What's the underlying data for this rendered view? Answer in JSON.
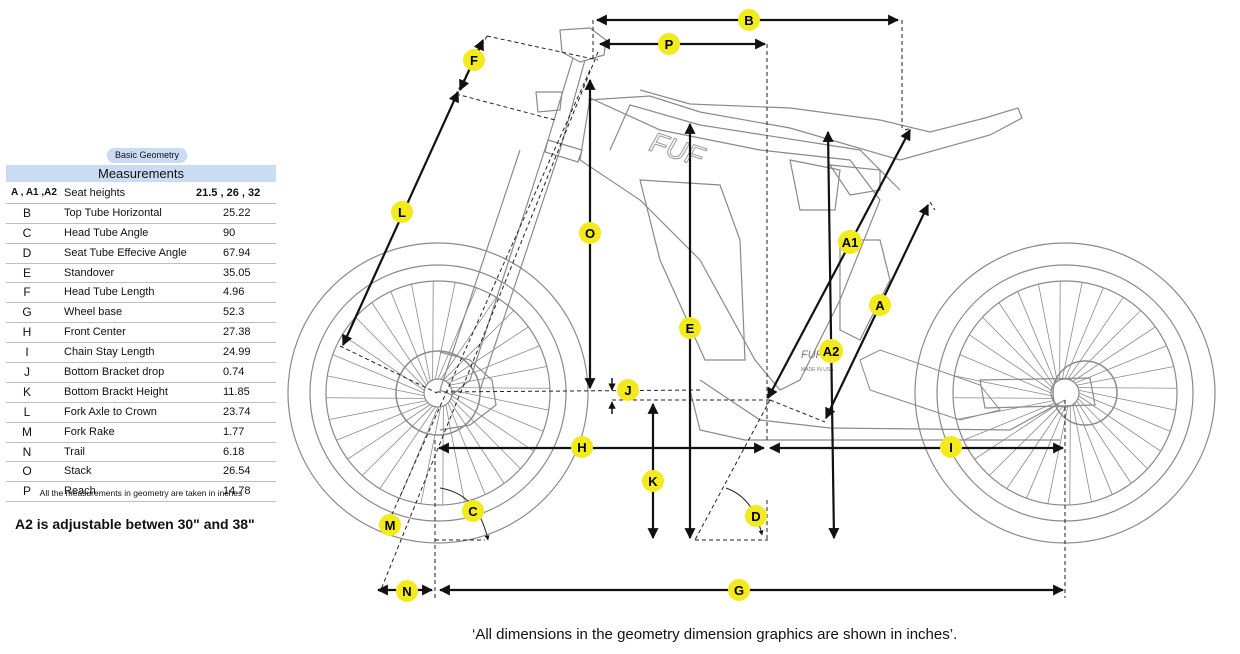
{
  "table": {
    "badge": "Basic Geometry",
    "title": "Measurements",
    "rows": [
      {
        "code": "A , A1 ,A2",
        "name": "Seat heights",
        "value": "21.5 , 26 , 32"
      },
      {
        "code": "B",
        "name": "Top Tube Horizontal",
        "value": "25.22"
      },
      {
        "code": "C",
        "name": "Head Tube Angle",
        "value": "90"
      },
      {
        "code": "D",
        "name": "Seat Tube Effecive Angle",
        "value": "67.94"
      },
      {
        "code": "E",
        "name": "Standover",
        "value": "35.05"
      },
      {
        "code": "F",
        "name": "Head Tube Length",
        "value": "4.96"
      },
      {
        "code": "G",
        "name": "Wheel base",
        "value": "52.3"
      },
      {
        "code": "H",
        "name": "Front Center",
        "value": "27.38"
      },
      {
        "code": "I",
        "name": "Chain Stay Length",
        "value": "24.99"
      },
      {
        "code": "J",
        "name": "Bottom Bracket drop",
        "value": "0.74"
      },
      {
        "code": "K",
        "name": "Bottom Brackt Height",
        "value": "11.85"
      },
      {
        "code": "L",
        "name": "Fork Axle to Crown",
        "value": "23.74"
      },
      {
        "code": "M",
        "name": "Fork Rake",
        "value": "1.77"
      },
      {
        "code": "N",
        "name": "Trail",
        "value": "6.18"
      },
      {
        "code": "O",
        "name": "Stack",
        "value": "26.54"
      },
      {
        "code": "P",
        "name": "Reach",
        "value": "14.78"
      }
    ],
    "note": "All the measurements in geometry are taken in inches"
  },
  "adjustable_note": "A2 is adjustable betwen 30\" and 38\"",
  "footer_note": "‘All dimensions in the geometry dimension graphics are shown in inches’.",
  "frame_brand": "FUR",
  "frame_subtext": "MADE IN USA",
  "frame_logo": "FUF",
  "labels": {
    "A": "A",
    "A1": "A1",
    "A2": "A2",
    "B": "B",
    "C": "C",
    "D": "D",
    "E": "E",
    "F": "F",
    "G": "G",
    "H": "H",
    "I": "I",
    "J": "J",
    "K": "K",
    "L": "L",
    "M": "M",
    "N": "N",
    "O": "O",
    "P": "P"
  },
  "colors": {
    "label_fill": "#f2ea1c",
    "header_fill": "#c9dcf3",
    "line": "#111111",
    "sketch": "#888888"
  }
}
